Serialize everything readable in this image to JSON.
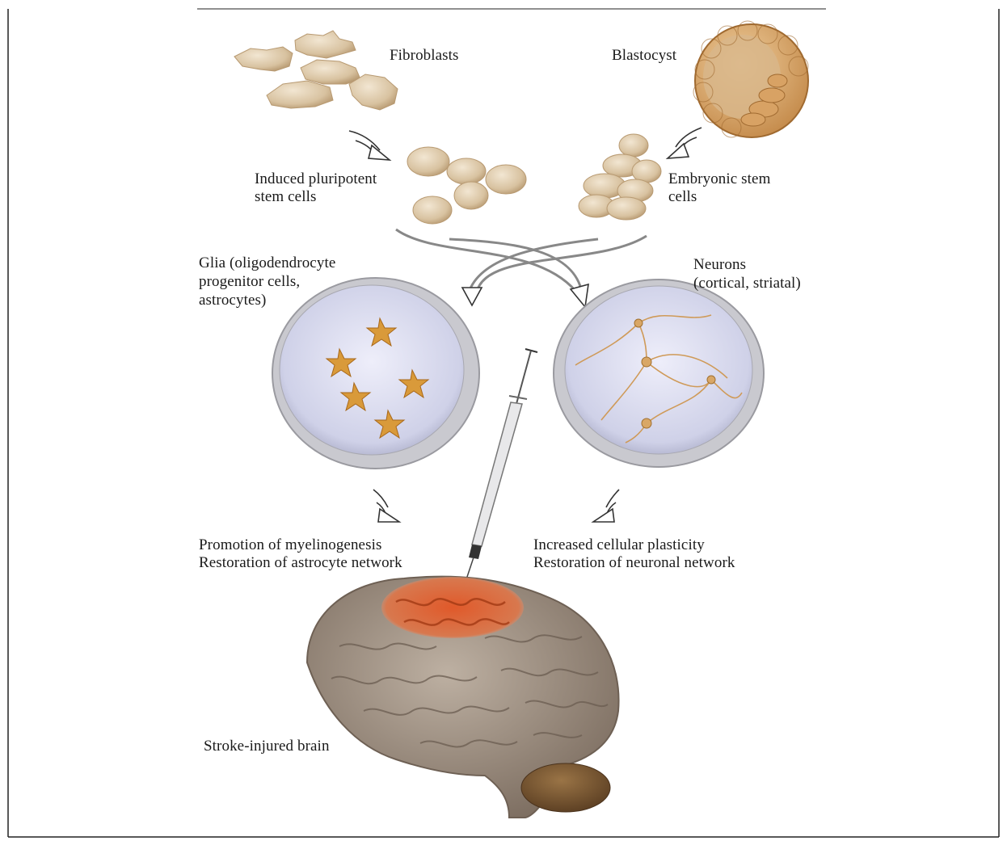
{
  "labels": {
    "fibroblasts": "Fibroblasts",
    "blastocyst": "Blastocyst",
    "ipsc_line1": "Induced pluripotent",
    "ipsc_line2": "stem cells",
    "esc_line1": "Embryonic stem",
    "esc_line2": "cells",
    "glia_line1": "Glia (oligodendrocyte",
    "glia_line2": "progenitor cells,",
    "glia_line3": "astrocytes)",
    "neurons_line1": "Neurons",
    "neurons_line2": "(cortical, striatal)",
    "left_outcome_line1": "Promotion of myelinogenesis",
    "left_outcome_line2": "Restoration of astrocyte network",
    "right_outcome_line1": "Increased cellular plasticity",
    "right_outcome_line2": "Restoration of neuronal network",
    "brain": "Stroke-injured brain"
  },
  "colors": {
    "cell_fill": "#dcc8a8",
    "cell_shadow": "#b89a72",
    "blastocyst_fill": "#d9a96b",
    "dish_fill": "#d4d6ea",
    "dish_rim": "#b8b8bc",
    "glia_cell": "#d99a3a",
    "neuron_cell": "#d9a766",
    "brain_fill": "#a39486",
    "brain_lesion": "#d8663a",
    "cerebellum": "#7a5a3a",
    "arrow_stroke": "#333333"
  }
}
